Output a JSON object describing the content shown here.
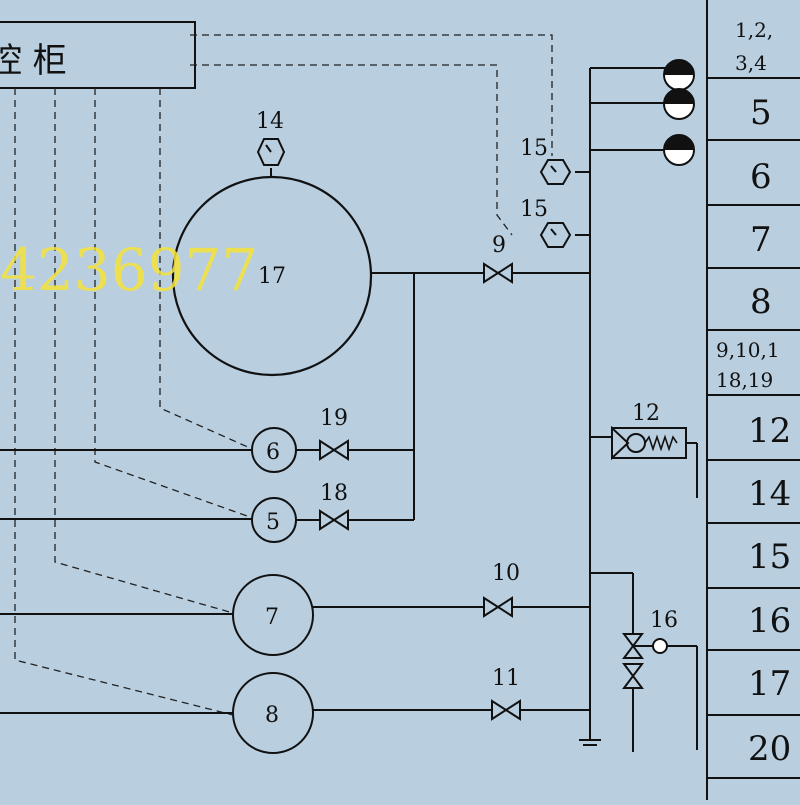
{
  "control_cabinet": {
    "title": "控  柜"
  },
  "watermark": "4236977",
  "components": {
    "gauge_14": "14",
    "gauge_15a": "15",
    "gauge_15b": "15",
    "tank_17": "17",
    "valve_9": "9",
    "valve_10": "10",
    "valve_11": "11",
    "valve_18": "18",
    "valve_19": "19",
    "item_12": "12",
    "item_16": "16",
    "pump_5": "5",
    "pump_6": "6",
    "pump_7": "7",
    "pump_8": "8"
  },
  "legend": {
    "rows": [
      {
        "line1": "1,2,",
        "line2": "3,4"
      },
      {
        "line1": "5"
      },
      {
        "line1": "6"
      },
      {
        "line1": "7"
      },
      {
        "line1": "8"
      },
      {
        "line1": "9,10,1",
        "line2": "18,19"
      },
      {
        "line1": "12"
      },
      {
        "line1": "14"
      },
      {
        "line1": "15"
      },
      {
        "line1": "16"
      },
      {
        "line1": "17"
      },
      {
        "line1": "20"
      }
    ]
  },
  "colors": {
    "background": "#b9cfe0",
    "lines": "#111111",
    "watermark": "#f5e43a"
  }
}
